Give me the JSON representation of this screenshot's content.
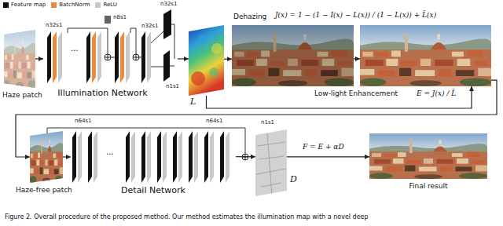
{
  "diagram": {
    "caption": "Figure 2. Overall procedure of the proposed method. Our method estimates the illumination map with a novel deep",
    "nodes": [
      {
        "text": [
          "Haze patch"
        ]
      },
      {
        "text": [
          "Illumination Network"
        ]
      },
      {
        "text": [
          "L"
        ]
      },
      {
        "text": [
          "Dehazing"
        ]
      },
      {
        "text": [
          "Low-light Enhancement"
        ]
      },
      {
        "text": [
          "Haze-free patch"
        ]
      },
      {
        "text": [
          "Detail Network"
        ]
      },
      {
        "text": [
          "D"
        ]
      },
      {
        "text": [
          "Final result"
        ]
      }
    ],
    "edges": [
      {
        "from": 0,
        "to": 1,
        "arrow": "to"
      },
      {
        "from": 1,
        "to": 2,
        "arrow": "to"
      },
      {
        "from": 2,
        "to": 3,
        "arrow": "to"
      },
      {
        "from": 3,
        "to": 4,
        "arrow": "to"
      },
      {
        "from": 2,
        "to": 4,
        "arrow": "to"
      },
      {
        "from": 4,
        "to": 5,
        "arrow": "to"
      },
      {
        "from": 5,
        "to": 6,
        "arrow": "to"
      },
      {
        "from": 6,
        "to": 7,
        "arrow": "to"
      },
      {
        "from": 7,
        "to": 8,
        "arrow": "to"
      }
    ],
    "labels": [
      "n32s1",
      "...",
      "n8s1",
      "n32s1",
      "n32s1",
      "n1s1",
      "J(x) = 1 − (1 − I(x) − L(x)) / (1 − L(x)) + L̄(x)",
      "E = J(x) / L̄",
      "n64s1",
      "...",
      "n64s1",
      "n1s1",
      "F = E + αD"
    ],
    "legend": [
      {
        "text": "Feature map",
        "color": "#111111"
      },
      {
        "text": "BatchNorm",
        "color": "#e98a3f"
      },
      {
        "text": "ReLU",
        "color": "#c8c8c8"
      }
    ]
  }
}
